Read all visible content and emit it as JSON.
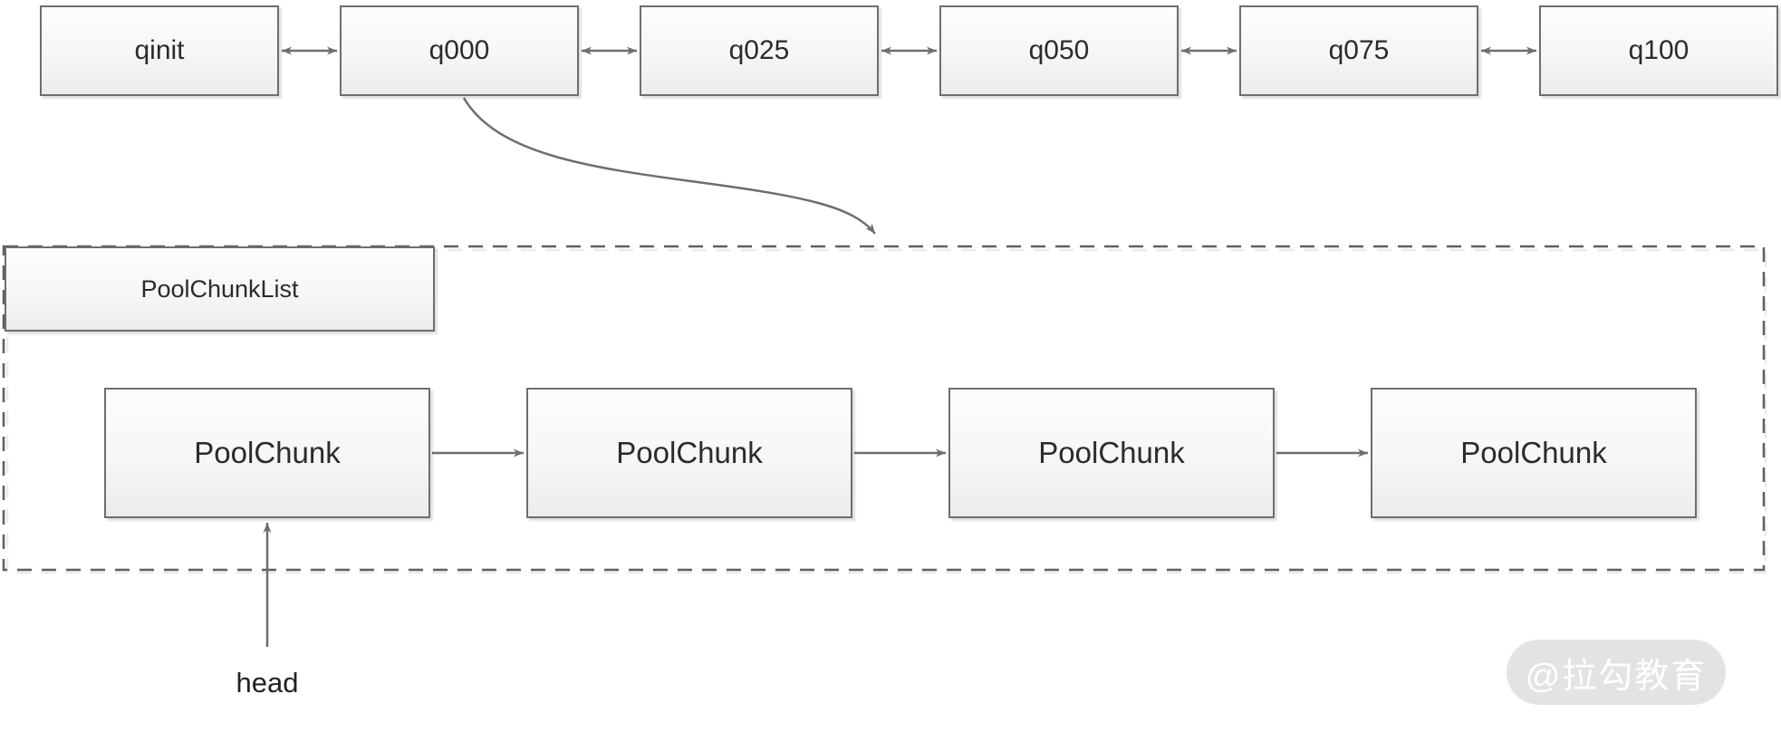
{
  "top_row": {
    "nodes": [
      {
        "label": "qinit"
      },
      {
        "label": "q000"
      },
      {
        "label": "q025"
      },
      {
        "label": "q050"
      },
      {
        "label": "q075"
      },
      {
        "label": "q100"
      }
    ]
  },
  "container": {
    "label": "PoolChunkList"
  },
  "pool_chunks": [
    {
      "label": "PoolChunk"
    },
    {
      "label": "PoolChunk"
    },
    {
      "label": "PoolChunk"
    },
    {
      "label": "PoolChunk"
    }
  ],
  "annotations": {
    "head_label": "head"
  },
  "watermark": {
    "text": "@拉勾教育"
  },
  "colors": {
    "box_border": "#6e6e6e",
    "box_fill_top": "#fdfdfd",
    "box_fill_bottom": "#ececec",
    "arrow": "#6e6e6e",
    "dashed_border": "#5f5f5f",
    "text": "#2b2b2b",
    "watermark_bg": "#e3e3e3",
    "watermark_text": "#ffffff"
  }
}
